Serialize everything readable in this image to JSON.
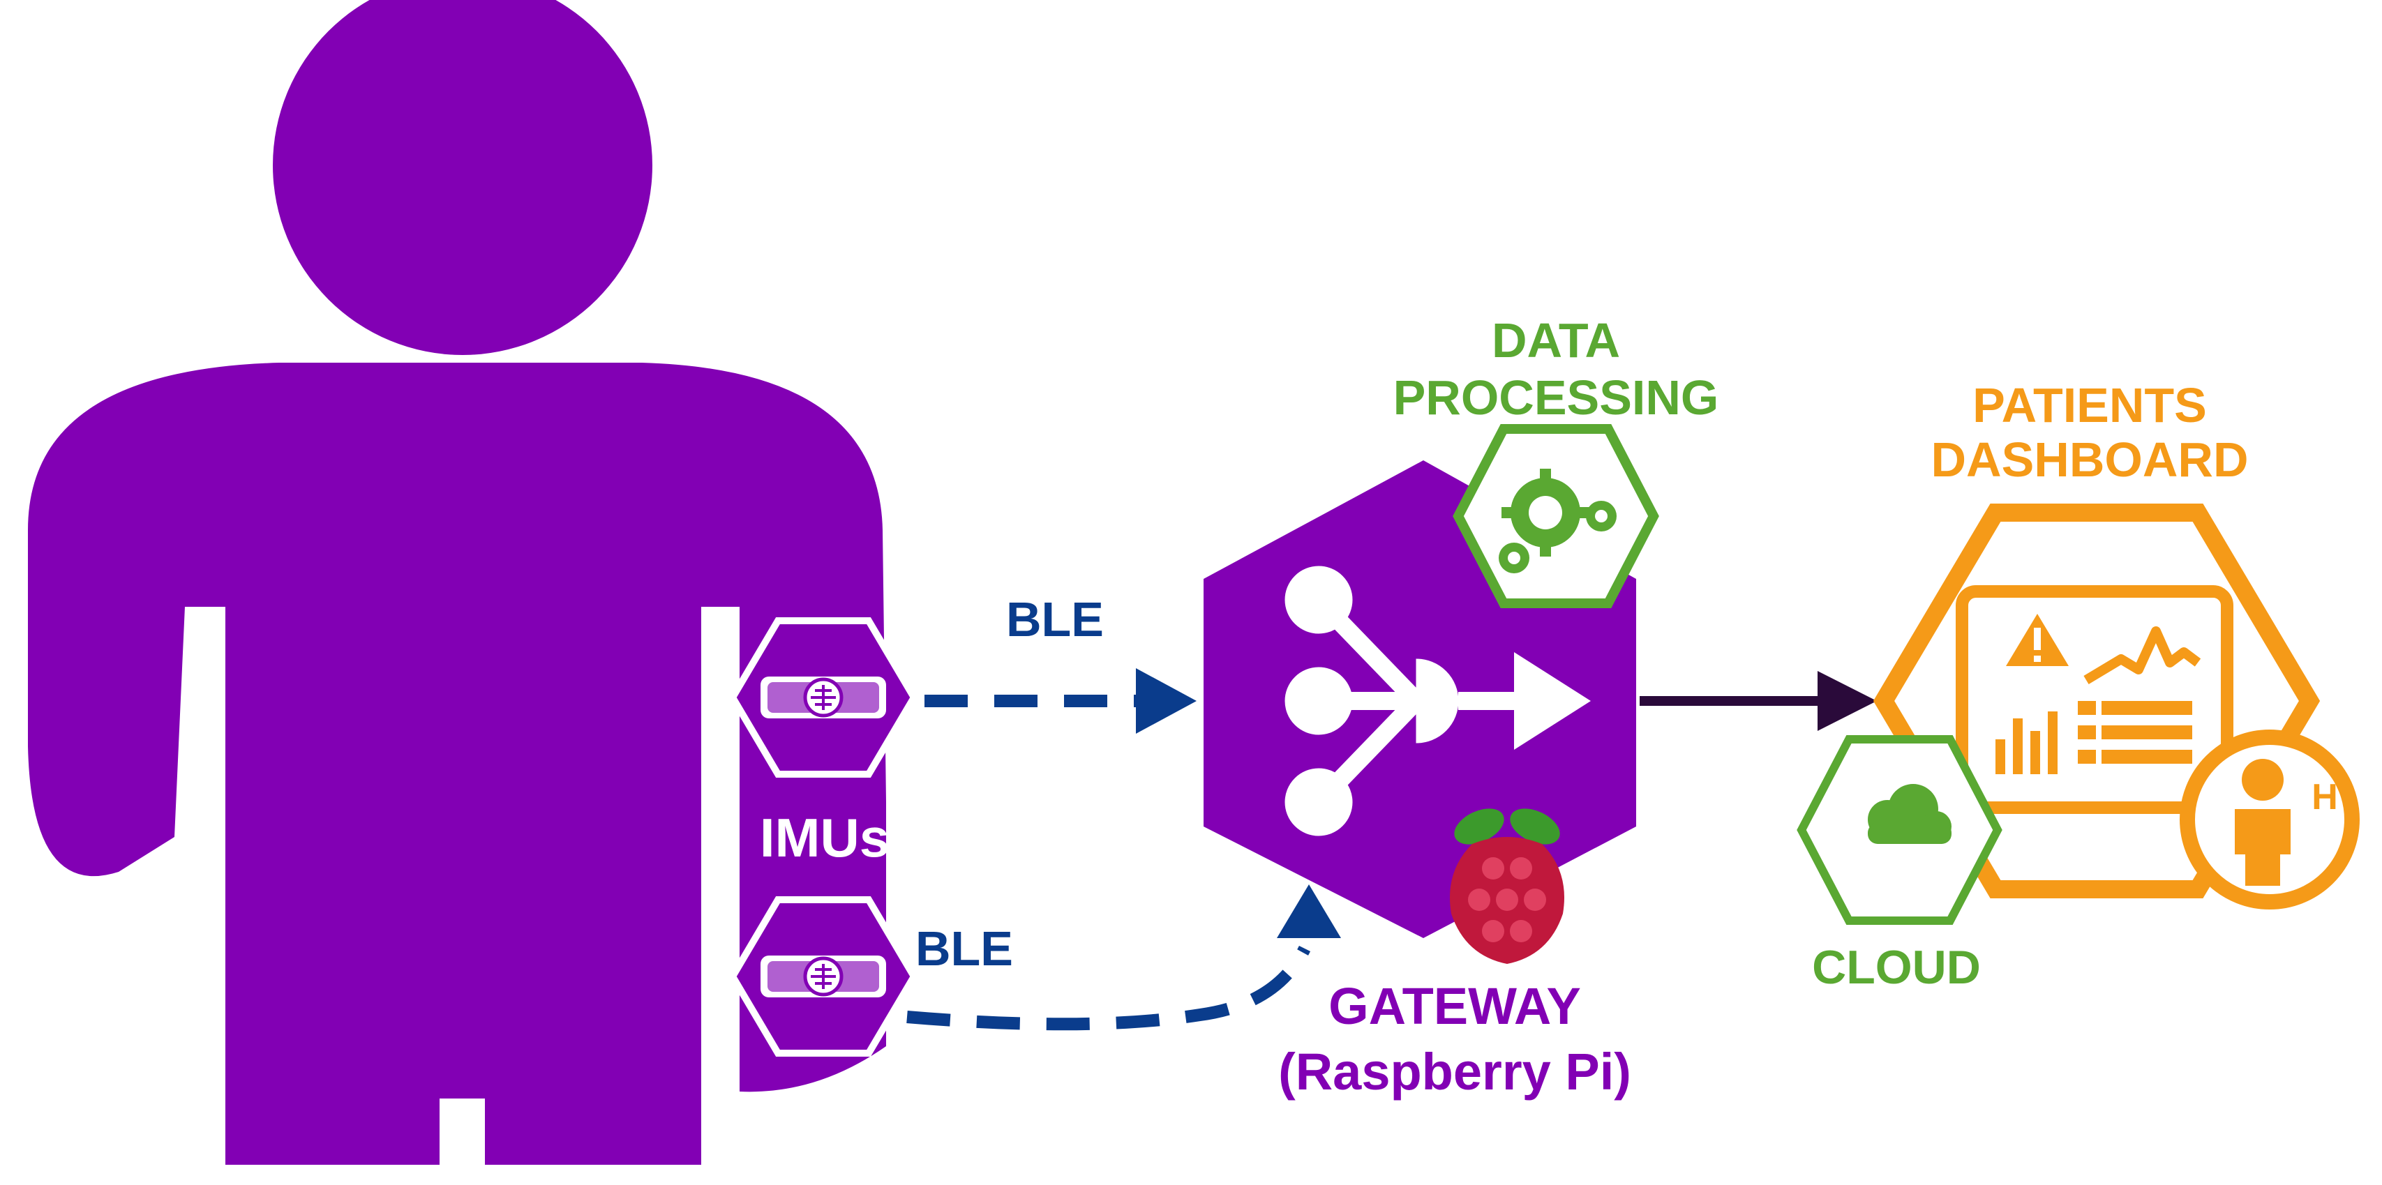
{
  "labels": {
    "ble_top": "BLE",
    "ble_bottom": "BLE",
    "imus": "IMUs",
    "data_processing_line1": "DATA",
    "data_processing_line2": "PROCESSING",
    "gateway_line1": "GATEWAY",
    "gateway_line2": "(Raspberry Pi)",
    "patients_dashboard_line1": "PATIENTS",
    "patients_dashboard_line2": "DASHBOARD",
    "cloud": "CLOUD",
    "dashboard_badge_letter": "H"
  },
  "colors": {
    "purple": "#8200b4",
    "blue": "#0a3c8c",
    "green": "#5aa832",
    "orange": "#f59a18",
    "dark_arrow": "#2a0a3a",
    "white": "#ffffff",
    "raspberry_red": "#c0183c",
    "raspberry_leaf": "#3c9a2c"
  },
  "icons": {
    "person": "person-silhouette-icon",
    "imu_sensor": "imu-sensor-icon",
    "gateway": "hub-arrow-icon",
    "data_processing": "gears-icon",
    "raspberry_pi": "raspberry-pi-logo-icon",
    "cloud": "cloud-icon",
    "dashboard": "dashboard-monitor-icon",
    "patient": "patient-person-icon"
  }
}
